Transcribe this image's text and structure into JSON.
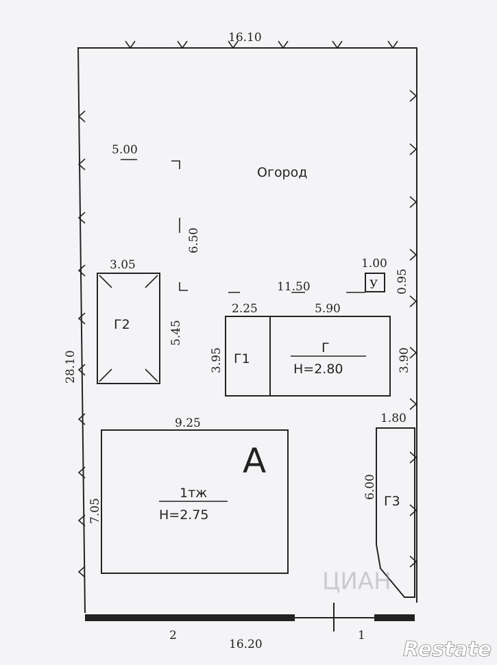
{
  "plot": {
    "width_label": "16.10",
    "depth_label": "28.10",
    "garden_label": "Огород",
    "inner_dim_5": "5.00",
    "inner_dim_650": "6.50",
    "inner_dim_1150": "11.50",
    "front_total_label": "16.20",
    "gate_left_label": "2",
    "gate_right_label": "1"
  },
  "g2": {
    "name": "Г2",
    "width": "3.05",
    "depth": "5.45"
  },
  "u": {
    "name": "У",
    "width": "1.00",
    "depth": "0.95"
  },
  "g1": {
    "name": "Г1",
    "width": "2.25",
    "depth": "3.95"
  },
  "g": {
    "name": "Г",
    "height": "Н=2.80",
    "width": "5.90",
    "depth": "3.90"
  },
  "house": {
    "letter": "А",
    "floors": "1тж",
    "height": "Н=2.75",
    "width": "9.25",
    "depth": "7.05"
  },
  "g3": {
    "name": "Г3",
    "width": "1.80",
    "depth": "6.00"
  },
  "watermark": {
    "brand": "Restate",
    "site": "ЦИАН"
  },
  "colors": {
    "line": "#222222",
    "background": "#f4f4f6"
  }
}
